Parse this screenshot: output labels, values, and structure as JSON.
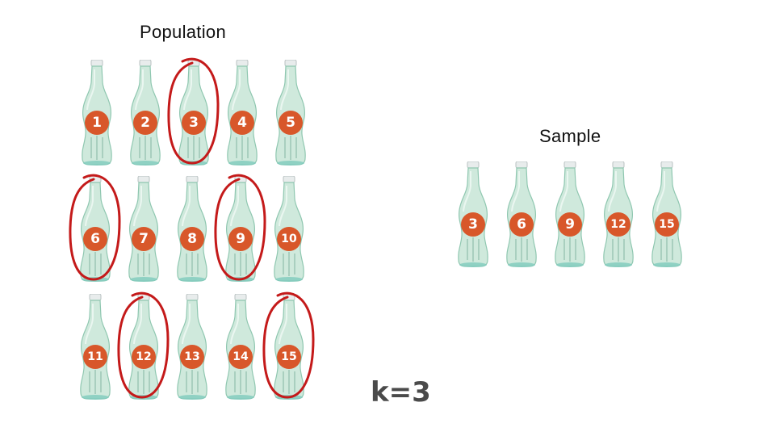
{
  "population": {
    "title": "Population",
    "bottles": [
      "1",
      "2",
      "3",
      "4",
      "5",
      "6",
      "7",
      "8",
      "9",
      "10",
      "11",
      "12",
      "13",
      "14",
      "15"
    ],
    "selected": [
      "3",
      "6",
      "9",
      "12",
      "15"
    ]
  },
  "sample": {
    "title": "Sample",
    "bottles": [
      "3",
      "6",
      "9",
      "12",
      "15"
    ]
  },
  "k_label": "k=3",
  "colors": {
    "number_badge": "#d8572a",
    "circle": "#c41a1a",
    "glass": "#c8e6d6"
  }
}
